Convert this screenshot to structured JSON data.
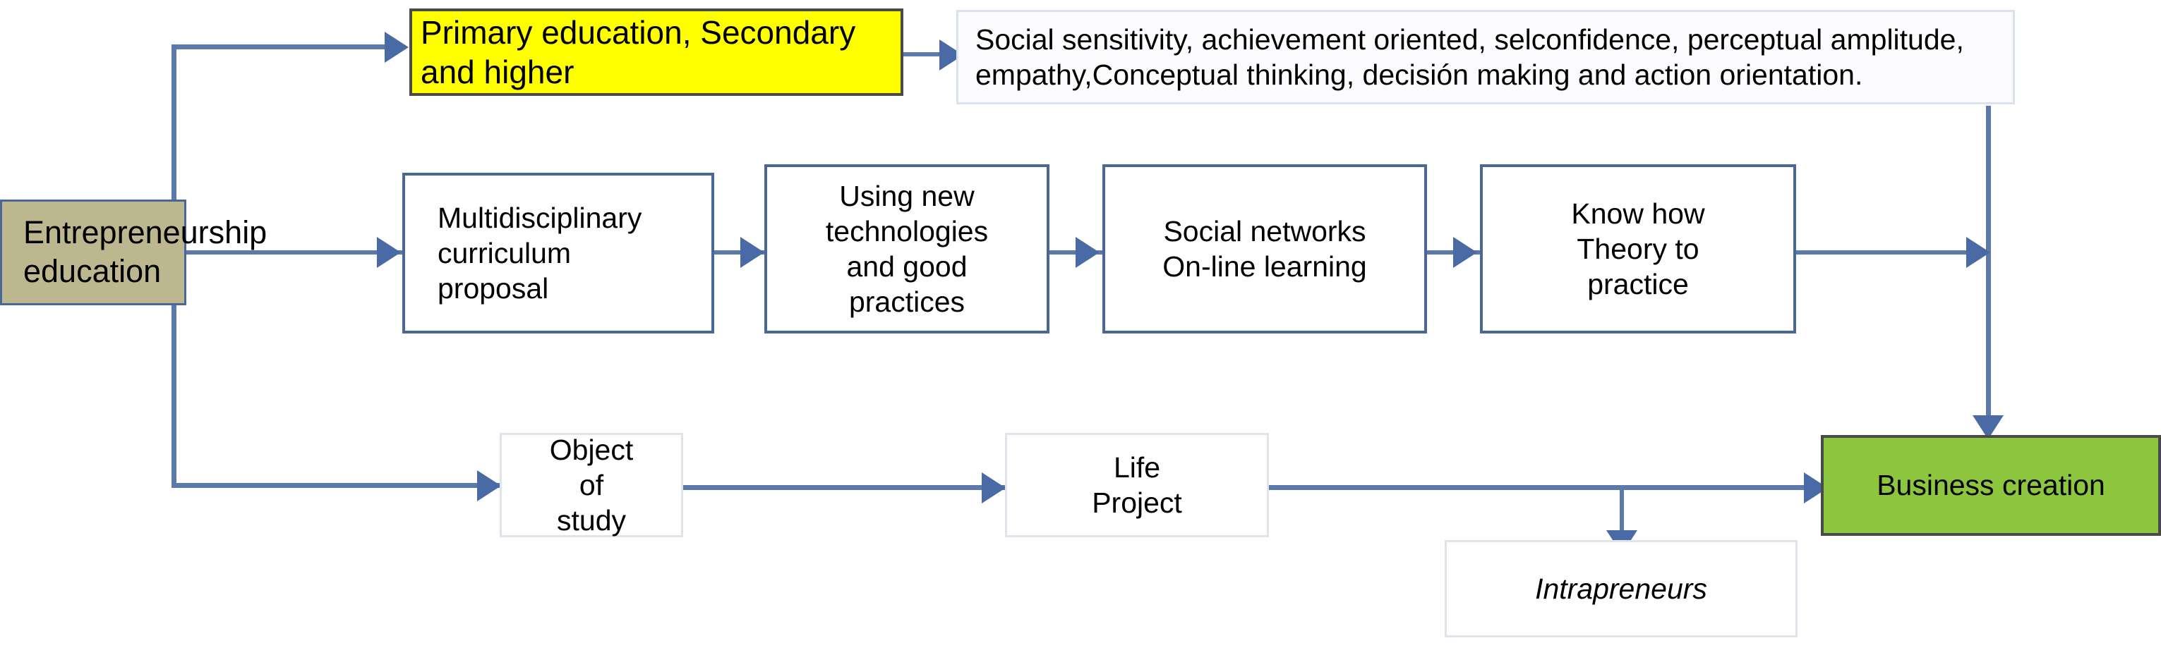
{
  "diagram": {
    "title": "Entrepreneurship education flowchart",
    "colors": {
      "source_fill": "#bcb78f",
      "highlight_fill": "#ffff00",
      "result_fill": "#8cc63e",
      "connector": "#5b79ab",
      "process_border": "#4a6897",
      "note_border": "#dbe2ef"
    },
    "nodes": {
      "source": {
        "label": "Entrepreneurship\neducation"
      },
      "education_levels": {
        "label": "Primary education, Secondary\nand higher"
      },
      "competencies_note": {
        "label": "Social sensitivity, achievement oriented, selconfidence, perceptual amplitude, empathy,Conceptual thinking, decisión making and action orientation."
      },
      "curriculum": {
        "label": "Multidisciplinary\ncurriculum\nproposal"
      },
      "technologies": {
        "label": "Using new\ntechnologies\nand good\npractices"
      },
      "social_networks": {
        "label": "Social networks\nOn-line learning"
      },
      "know_how": {
        "label": "Know how\nTheory to\npractice"
      },
      "object_of_study": {
        "label": "Object\nof\nstudy"
      },
      "life_project": {
        "label": "Life\nProject"
      },
      "intrapreneurs": {
        "label": "Intrapreneurs"
      },
      "business_creation": {
        "label": "Business creation"
      }
    }
  }
}
